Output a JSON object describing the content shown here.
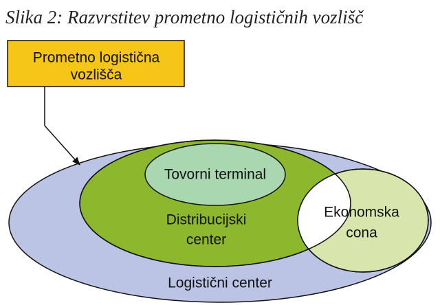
{
  "caption": "Slika 2: Razvrstitev prometno logističnih vozlišč",
  "callout": {
    "line1": "Prometno logistična",
    "line2": "vozlišča"
  },
  "nodes": {
    "logistics_center": "Logistični center",
    "distribution_center_line1": "Distribucijski",
    "distribution_center_line2": "center",
    "freight_terminal": "Tovorni terminal",
    "economic_zone_line1": "Ekonomska",
    "economic_zone_line2": "cona"
  },
  "colors": {
    "callout_fill": "#F5C518",
    "logistics_center": "#BCC4E6",
    "distribution_center": "#8DB72C",
    "freight_terminal": "#A9D8B0",
    "economic_zone": "#D8E6AE",
    "overlap": "#FFFFFF",
    "stroke": "#111111"
  }
}
